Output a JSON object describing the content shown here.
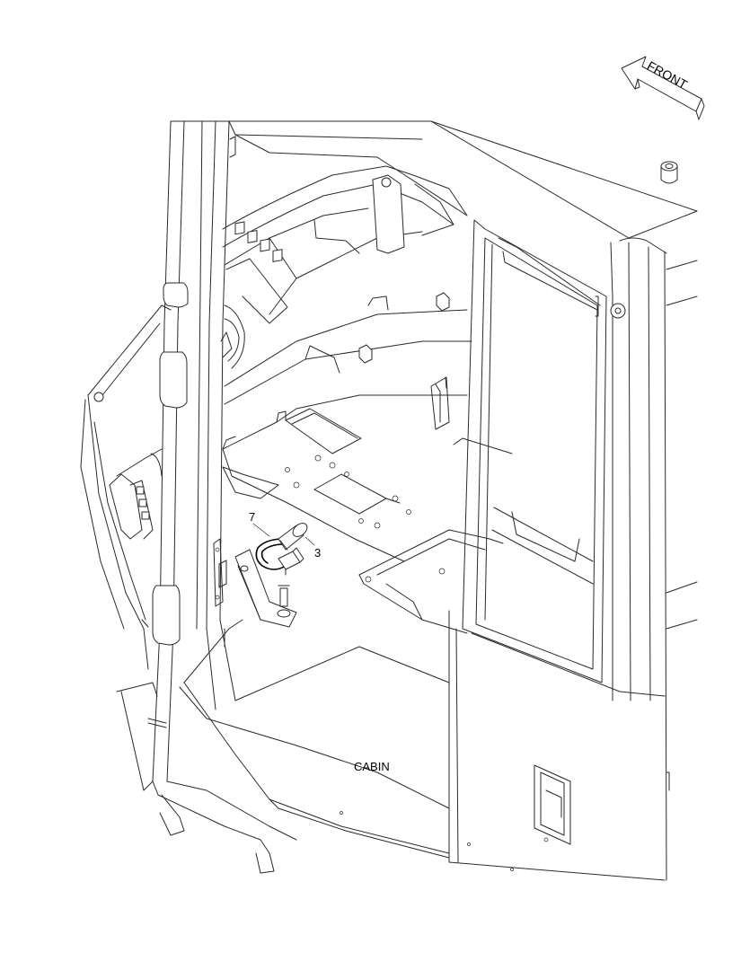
{
  "labels": {
    "front_arrow": "FRONT",
    "section": "CABIN",
    "callout_wire": "7",
    "callout_part": "3"
  },
  "colors": {
    "line": "#2a2a2a",
    "background": "#ffffff"
  }
}
